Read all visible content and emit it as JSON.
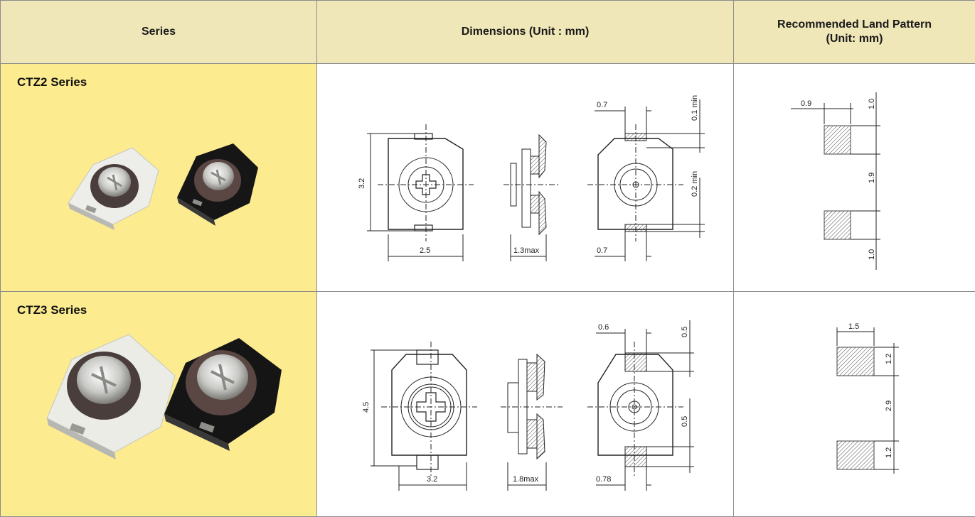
{
  "header": {
    "series": "Series",
    "dimensions": "Dimensions (Unit : mm)",
    "land_line1": "Recommended Land Pattern",
    "land_line2": "(Unit: mm)"
  },
  "rows": [
    {
      "series": "CTZ2 Series",
      "dims": {
        "height": "3.2",
        "width": "2.5",
        "side": "1.3max",
        "top_pad": "0.7",
        "bottom_pad": "0.7",
        "top_min": "0.1 min",
        "bottom_min": "0.2 min"
      },
      "land": {
        "w": "0.9",
        "h1": "1.0",
        "gap": "1.9",
        "h2": "1.0"
      }
    },
    {
      "series": "CTZ3 Series",
      "dims": {
        "height": "4.5",
        "width": "3.2",
        "side": "1.8max",
        "top_pad": "0.6",
        "bottom_pad": "0.78",
        "top_min": "0.5",
        "bottom_min": "0.5"
      },
      "land": {
        "w": "1.5",
        "h1": "1.2",
        "gap": "2.9",
        "h2": "1.2"
      }
    }
  ],
  "colors": {
    "header_bg": "#f0e7b8",
    "series_bg": "#fdeb8f",
    "grid": "#8c8c8c",
    "body_white": "#ececea",
    "body_black": "#161616",
    "rotor": "#4a3e3c"
  }
}
